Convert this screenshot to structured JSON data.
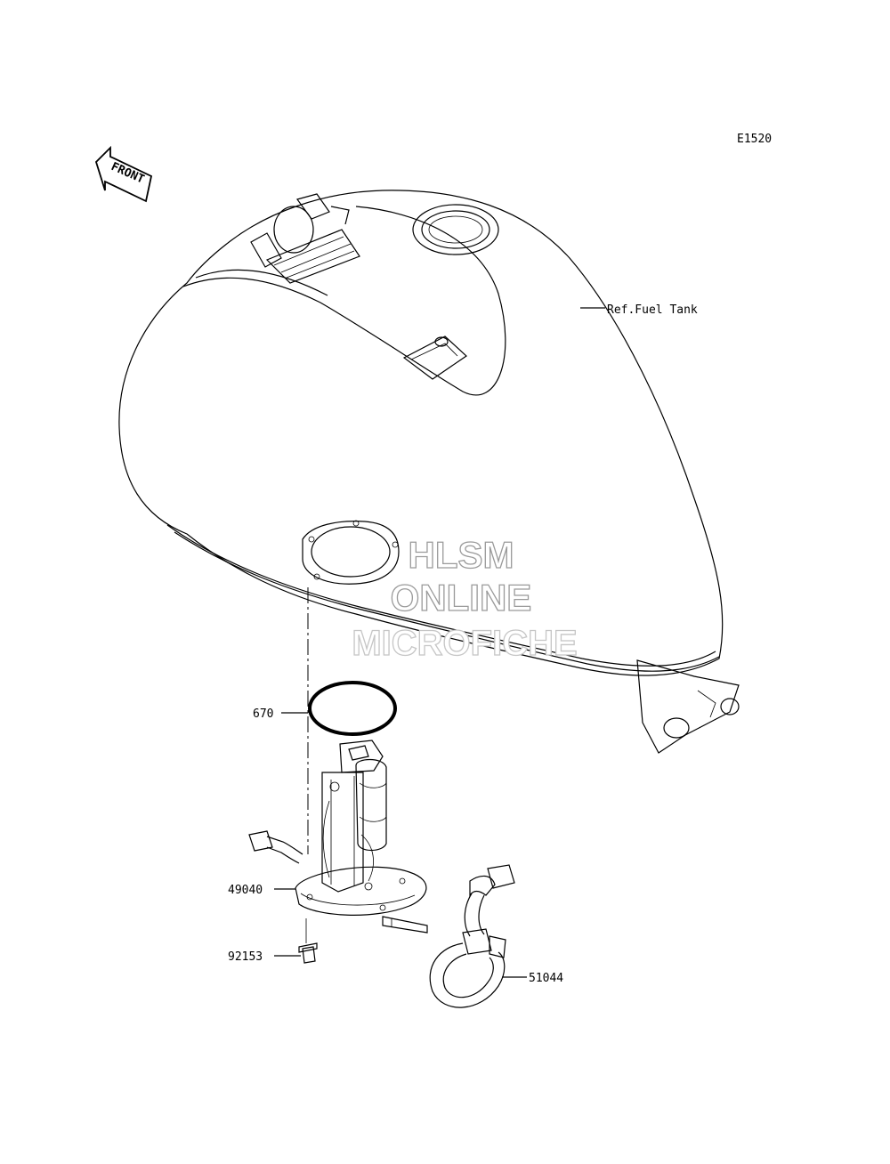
{
  "diagram": {
    "code": "E1520",
    "front_label": "FRONT",
    "watermark": {
      "line1": "HLSM",
      "line2": "ONLINE",
      "line3": "MICROFICHE"
    },
    "callouts": {
      "ref_fuel_tank": "Ref.Fuel Tank",
      "part_670": "670",
      "part_49040": "49040",
      "part_92153": "92153",
      "part_51044": "51044"
    }
  }
}
